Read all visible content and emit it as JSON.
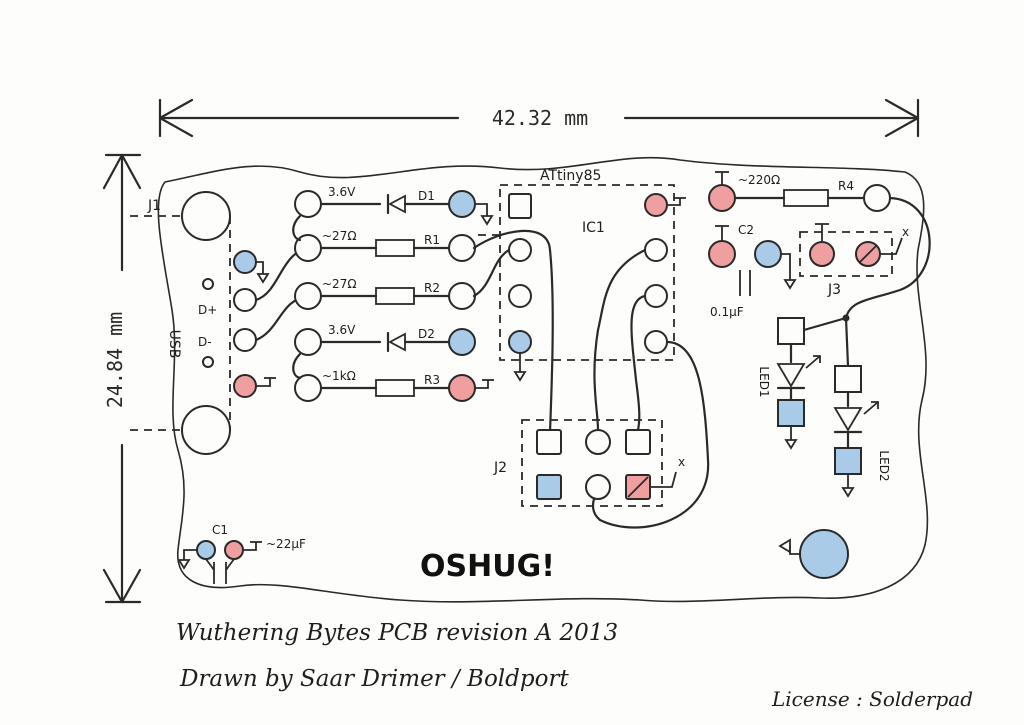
{
  "dimensions": {
    "width_label": "42.32 mm",
    "height_label": "24.84 mm"
  },
  "colors": {
    "blue_pad": "#a9cbe8",
    "red_pad": "#ef9f9f",
    "ink": "#2a2a2a",
    "paper": "#fdfdfb"
  },
  "labels": {
    "j1": "J1",
    "usb": "USB",
    "d_plus": "D+",
    "d_minus": "D-",
    "v1": "3.6V",
    "d1": "D1",
    "r1_val": "~27Ω",
    "r1": "R1",
    "r2_val": "~27Ω",
    "r2": "R2",
    "v2": "3.6V",
    "d2": "D2",
    "r3_val": "~1kΩ",
    "r3": "R3",
    "mcu": "ATtiny85",
    "ic1": "IC1",
    "r4_val": "~220Ω",
    "r4": "R4",
    "c2": "C2",
    "c2_val": "0.1μF",
    "j3": "J3",
    "led1": "LED1",
    "led2": "LED2",
    "j2": "J2",
    "x1": "x",
    "x2": "x",
    "c1": "C1",
    "c1_val": "~22μF",
    "brand": "OSHUG!"
  },
  "notes": {
    "line1": "Wuthering Bytes PCB revision A 2013",
    "line2": "Drawn by Saar Drimer / Boldport",
    "license": "License : Solderpad"
  }
}
